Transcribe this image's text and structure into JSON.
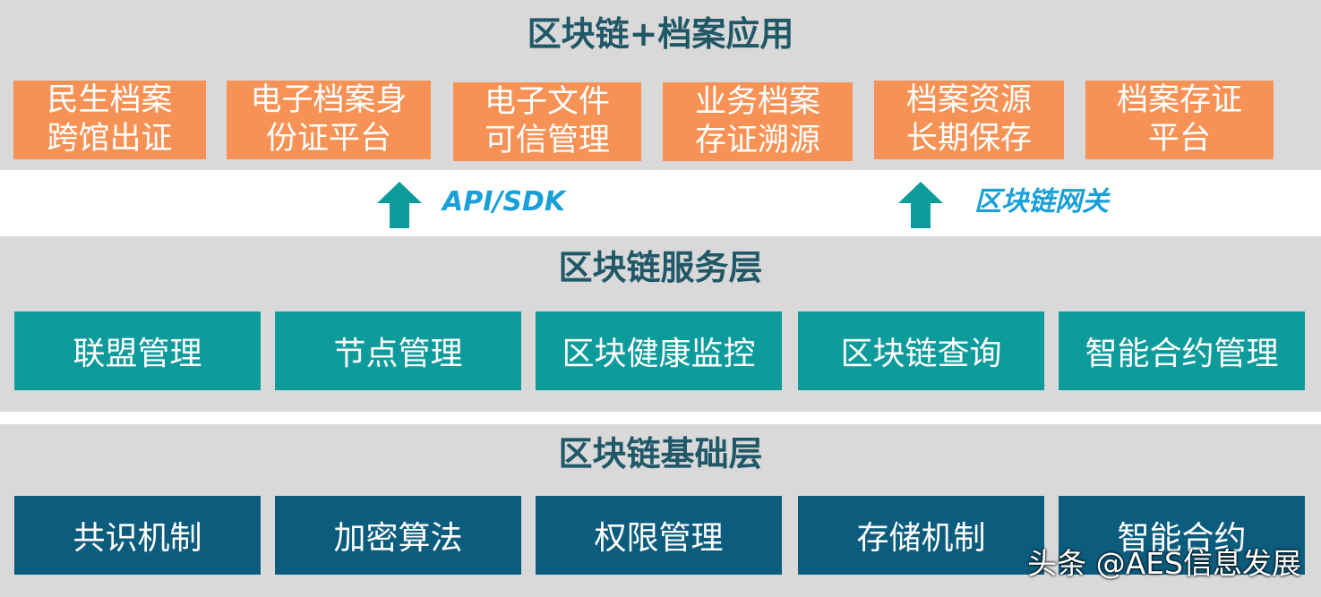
{
  "app_layer": {
    "title": "区块链+档案应用",
    "items": [
      {
        "label": "民生档案\n跨馆出证"
      },
      {
        "label": "电子档案身\n份证平台"
      },
      {
        "label": "电子文件\n可信管理"
      },
      {
        "label": "业务档案\n存证溯源"
      },
      {
        "label": "档案资源\n长期保存"
      },
      {
        "label": "档案存证\n平台"
      }
    ]
  },
  "connectors": [
    {
      "label": "API/SDK"
    },
    {
      "label": "区块链网关"
    }
  ],
  "service_layer": {
    "title": "区块链服务层",
    "items": [
      {
        "label": "联盟管理"
      },
      {
        "label": "节点管理"
      },
      {
        "label": "区块健康监控"
      },
      {
        "label": "区块链查询"
      },
      {
        "label": "智能合约管理"
      }
    ]
  },
  "base_layer": {
    "title": "区块链基础层",
    "items": [
      {
        "label": "共识机制"
      },
      {
        "label": "加密算法"
      },
      {
        "label": "权限管理"
      },
      {
        "label": "存储机制"
      },
      {
        "label": "智能合约"
      }
    ]
  },
  "watermark": "头条 @AES信息发展",
  "colors": {
    "title": "#215868",
    "app_box": "#f79256",
    "service_box": "#0e9b9b",
    "base_box": "#0c5c7e",
    "arrow": "#0e9b9b",
    "connector_text": "#1aa0d8",
    "band": "#d9d9d9"
  }
}
